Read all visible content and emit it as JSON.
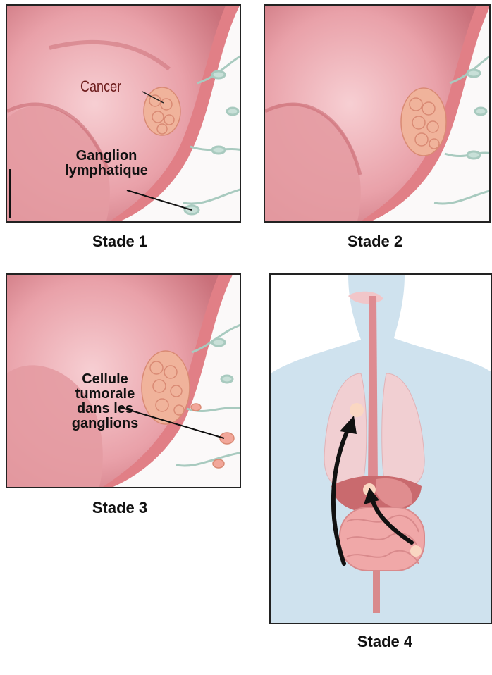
{
  "stages": [
    {
      "caption": "Stade 1"
    },
    {
      "caption": "Stade 2"
    },
    {
      "caption": "Stade 3"
    },
    {
      "caption": "Stade 4"
    }
  ],
  "labels": {
    "cancer": "Cancer",
    "lymph_node": [
      "Ganglion",
      "lymphatique"
    ],
    "tumor_cells": [
      "Cellule",
      "tumorale",
      "dans les",
      "ganglions"
    ]
  },
  "colors": {
    "colon_wall": "#e58a8f",
    "colon_inner": "#f3b7bd",
    "tumor": "#f3b39a",
    "lymph": "#b9d5cc",
    "body_silhouette": "#cfe2ee",
    "arrow": "#111111"
  }
}
